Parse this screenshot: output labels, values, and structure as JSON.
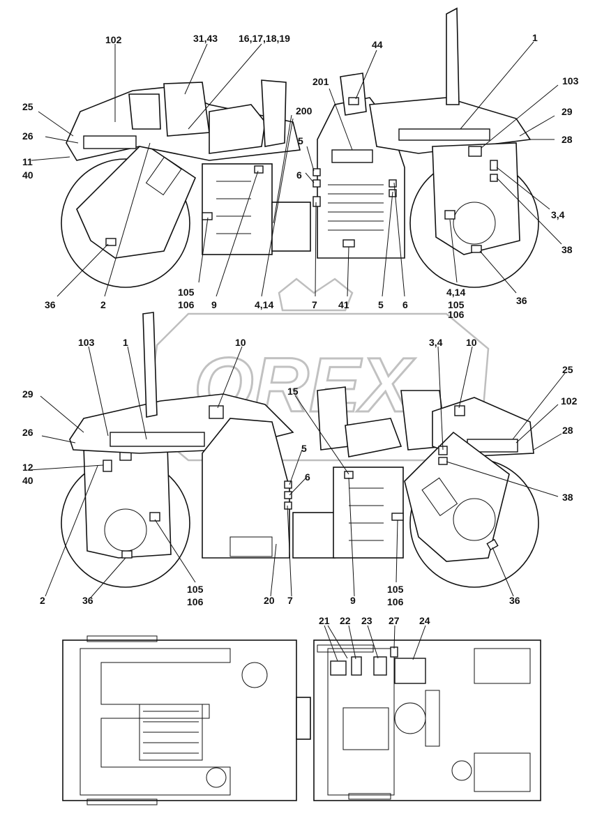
{
  "watermark": {
    "text": "OREX"
  },
  "views": {
    "top_side": {
      "labels": [
        {
          "id": "102",
          "text": "102"
        },
        {
          "id": "31_43",
          "text": "31,43"
        },
        {
          "id": "16_19",
          "text": "16,17,18,19"
        },
        {
          "id": "44",
          "text": "44"
        },
        {
          "id": "1",
          "text": "1"
        },
        {
          "id": "103",
          "text": "103"
        },
        {
          "id": "25",
          "text": "25"
        },
        {
          "id": "26",
          "text": "26"
        },
        {
          "id": "11",
          "text": "11"
        },
        {
          "id": "40",
          "text": "40"
        },
        {
          "id": "201",
          "text": "201"
        },
        {
          "id": "200",
          "text": "200"
        },
        {
          "id": "29",
          "text": "29"
        },
        {
          "id": "28",
          "text": "28"
        },
        {
          "id": "5a",
          "text": "5"
        },
        {
          "id": "6a",
          "text": "6"
        },
        {
          "id": "3_4",
          "text": "3,4"
        },
        {
          "id": "38",
          "text": "38"
        },
        {
          "id": "105",
          "text": "105"
        },
        {
          "id": "106",
          "text": "106"
        },
        {
          "id": "36a",
          "text": "36"
        },
        {
          "id": "2",
          "text": "2"
        },
        {
          "id": "9",
          "text": "9"
        },
        {
          "id": "4_14",
          "text": "4,14"
        },
        {
          "id": "7",
          "text": "7"
        },
        {
          "id": "41",
          "text": "41"
        },
        {
          "id": "5b",
          "text": "5"
        },
        {
          "id": "6b",
          "text": "6"
        },
        {
          "id": "105b",
          "text": "105"
        },
        {
          "id": "106b",
          "text": "106"
        },
        {
          "id": "36b",
          "text": "36"
        }
      ]
    },
    "middle_side": {
      "labels": [
        {
          "id": "103",
          "text": "103"
        },
        {
          "id": "1",
          "text": "1"
        },
        {
          "id": "10a",
          "text": "10"
        },
        {
          "id": "3_4",
          "text": "3,4"
        },
        {
          "id": "10b",
          "text": "10"
        },
        {
          "id": "25",
          "text": "25"
        },
        {
          "id": "29",
          "text": "29"
        },
        {
          "id": "15",
          "text": "15"
        },
        {
          "id": "102",
          "text": "102"
        },
        {
          "id": "26",
          "text": "26"
        },
        {
          "id": "28",
          "text": "28"
        },
        {
          "id": "5",
          "text": "5"
        },
        {
          "id": "6",
          "text": "6"
        },
        {
          "id": "12",
          "text": "12"
        },
        {
          "id": "40",
          "text": "40"
        },
        {
          "id": "38",
          "text": "38"
        },
        {
          "id": "2",
          "text": "2"
        },
        {
          "id": "36a",
          "text": "36"
        },
        {
          "id": "105",
          "text": "105"
        },
        {
          "id": "106",
          "text": "106"
        },
        {
          "id": "20",
          "text": "20"
        },
        {
          "id": "7",
          "text": "7"
        },
        {
          "id": "9",
          "text": "9"
        },
        {
          "id": "105b",
          "text": "105"
        },
        {
          "id": "106b",
          "text": "106"
        },
        {
          "id": "36b",
          "text": "36"
        }
      ]
    },
    "plan": {
      "labels": [
        {
          "id": "21",
          "text": "21"
        },
        {
          "id": "22",
          "text": "22"
        },
        {
          "id": "23",
          "text": "23"
        },
        {
          "id": "27",
          "text": "27"
        },
        {
          "id": "24",
          "text": "24"
        }
      ]
    }
  }
}
